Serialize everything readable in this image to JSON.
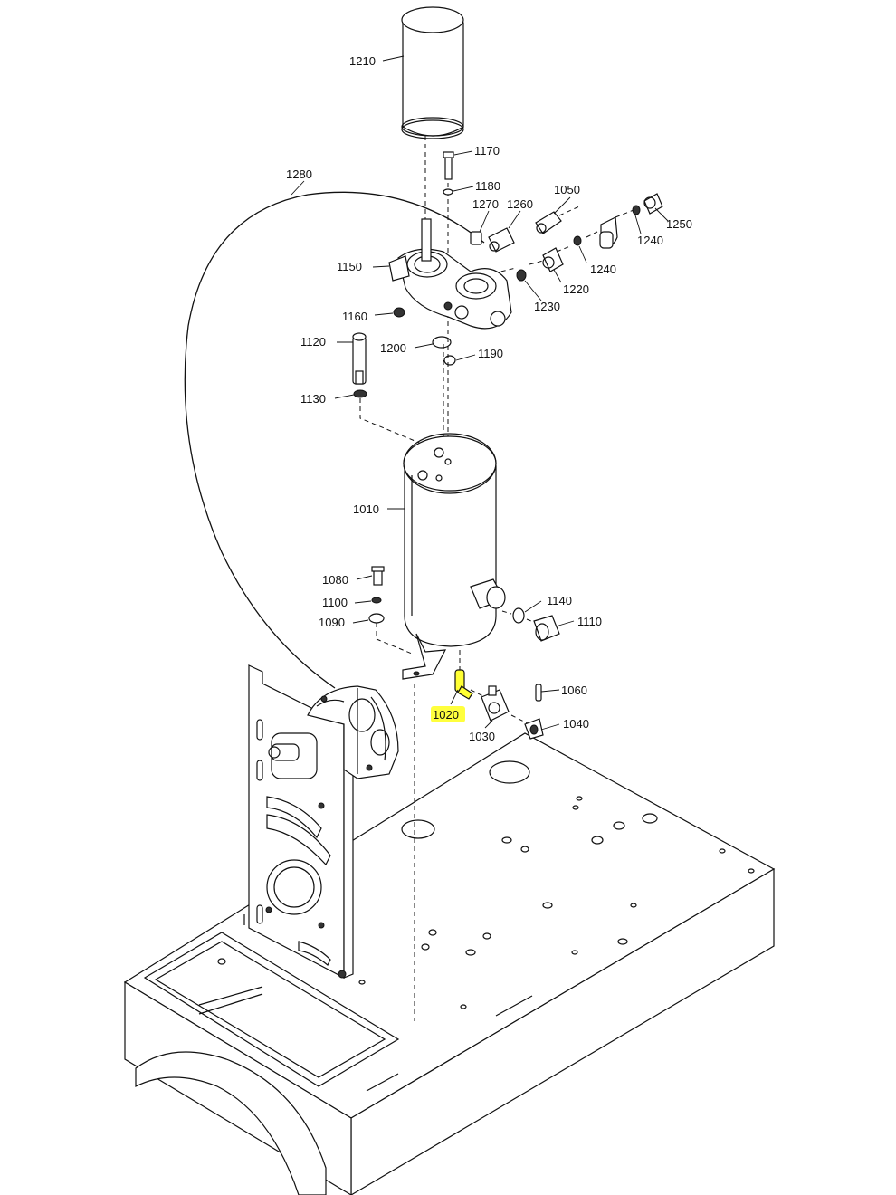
{
  "highlight_color": "#ffff33",
  "highlighted_part": "1020",
  "labels": {
    "p1210": "1210",
    "p1170": "1170",
    "p1180": "1180",
    "p1280": "1280",
    "p1270": "1270",
    "p1260": "1260",
    "p1050": "1050",
    "p1250": "1250",
    "p1240a": "1240",
    "p1240b": "1240",
    "p1150": "1150",
    "p1220": "1220",
    "p1230": "1230",
    "p1160": "1160",
    "p1120": "1120",
    "p1200": "1200",
    "p1190": "1190",
    "p1130": "1130",
    "p1010": "1010",
    "p1080": "1080",
    "p1100": "1100",
    "p1090": "1090",
    "p1140": "1140",
    "p1110": "1110",
    "p1060": "1060",
    "p1020": "1020",
    "p1040": "1040",
    "p1030": "1030"
  }
}
